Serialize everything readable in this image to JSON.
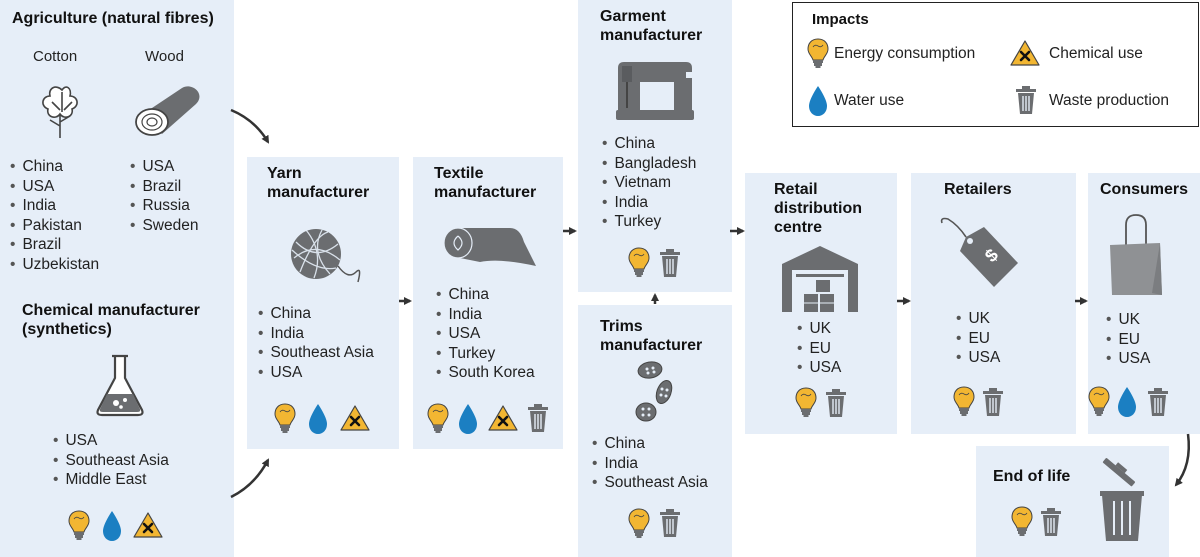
{
  "agriculture": {
    "title": "Agriculture (natural fibres)",
    "cotton_label": "Cotton",
    "wood_label": "Wood",
    "cotton_countries": [
      "China",
      "USA",
      "India",
      "Pakistan",
      "Brazil",
      "Uzbekistan"
    ],
    "wood_countries": [
      "USA",
      "Brazil",
      "Russia",
      "Sweden"
    ]
  },
  "chemical": {
    "title_line1": "Chemical manufacturer",
    "title_line2": "(synthetics)",
    "countries": [
      "USA",
      "Southeast Asia",
      "Middle East"
    ]
  },
  "yarn": {
    "title_line1": "Yarn",
    "title_line2": "manufacturer",
    "countries": [
      "China",
      "India",
      "Southeast Asia",
      "USA"
    ]
  },
  "textile": {
    "title_line1": "Textile",
    "title_line2": "manufacturer",
    "countries": [
      "China",
      "India",
      "USA",
      "Turkey",
      "South Korea"
    ]
  },
  "garment": {
    "title_line1": "Garment",
    "title_line2": "manufacturer",
    "countries": [
      "China",
      "Bangladesh",
      "Vietnam",
      "India",
      "Turkey"
    ]
  },
  "trims": {
    "title_line1": "Trims",
    "title_line2": "manufacturer",
    "countries": [
      "China",
      "India",
      "Southeast Asia"
    ]
  },
  "retail_dc": {
    "title_line1": "Retail",
    "title_line2": "distribution",
    "title_line3": "centre",
    "countries": [
      "UK",
      "EU",
      "USA"
    ]
  },
  "retailers": {
    "title": "Retailers",
    "countries": [
      "UK",
      "EU",
      "USA"
    ]
  },
  "consumers": {
    "title": "Consumers",
    "countries": [
      "UK",
      "EU",
      "USA"
    ]
  },
  "end_of_life": {
    "title": "End of life"
  },
  "legend": {
    "title": "Impacts",
    "energy": "Energy consumption",
    "chemical": "Chemical use",
    "water": "Water use",
    "waste": "Waste production"
  },
  "colors": {
    "box_bg": "#e6eef8",
    "bulb": "#f2b632",
    "water": "#1b7fc2",
    "chemical": "#f2b632",
    "waste": "#6b6d70",
    "arrow": "#333333"
  }
}
